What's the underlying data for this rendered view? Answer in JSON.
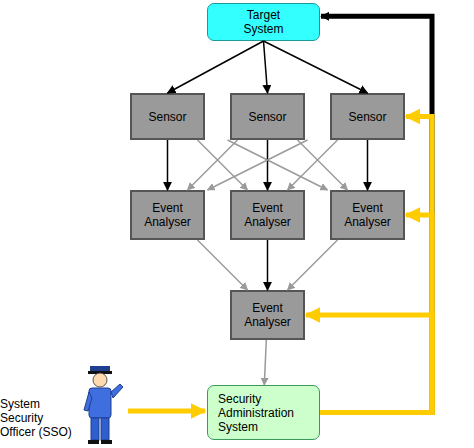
{
  "diagram": {
    "nodes": [
      {
        "text": [
          "Target System"
        ]
      },
      {
        "text": [
          "Sensor"
        ]
      },
      {
        "text": [
          "Sensor"
        ]
      },
      {
        "text": [
          "Sensor"
        ]
      },
      {
        "text": [
          "Event Analyser"
        ]
      },
      {
        "text": [
          "Event Analyser"
        ]
      },
      {
        "text": [
          "Event Analyser"
        ]
      },
      {
        "text": [
          "Event Analyser"
        ]
      },
      {
        "text": [
          "Security Administration System"
        ]
      }
    ],
    "edges": [
      {
        "from": 0,
        "to": 1,
        "arrow": "to"
      },
      {
        "from": 0,
        "to": 2,
        "arrow": "to"
      },
      {
        "from": 0,
        "to": 3,
        "arrow": "to"
      },
      {
        "from": 1,
        "to": 4,
        "arrow": "to"
      },
      {
        "from": 1,
        "to": 5,
        "arrow": "to"
      },
      {
        "from": 1,
        "to": 6,
        "arrow": "to"
      },
      {
        "from": 2,
        "to": 4,
        "arrow": "to"
      },
      {
        "from": 2,
        "to": 5,
        "arrow": "to"
      },
      {
        "from": 2,
        "to": 6,
        "arrow": "to"
      },
      {
        "from": 3,
        "to": 4,
        "arrow": "to"
      },
      {
        "from": 3,
        "to": 5,
        "arrow": "to"
      },
      {
        "from": 3,
        "to": 6,
        "arrow": "to"
      },
      {
        "from": 4,
        "to": 7,
        "arrow": "to"
      },
      {
        "from": 5,
        "to": 7,
        "arrow": "to"
      },
      {
        "from": 6,
        "to": 7,
        "arrow": "to"
      },
      {
        "from": 7,
        "to": 8,
        "arrow": "to"
      },
      {
        "from": 8,
        "to": 0,
        "arrow": "to"
      },
      {
        "from": 8,
        "to": 3,
        "arrow": "to"
      },
      {
        "from": 8,
        "to": 6,
        "arrow": "to"
      },
      {
        "from": 8,
        "to": 7,
        "arrow": "to"
      }
    ],
    "labels": [
      "System Security Officer (SSO)"
    ]
  }
}
